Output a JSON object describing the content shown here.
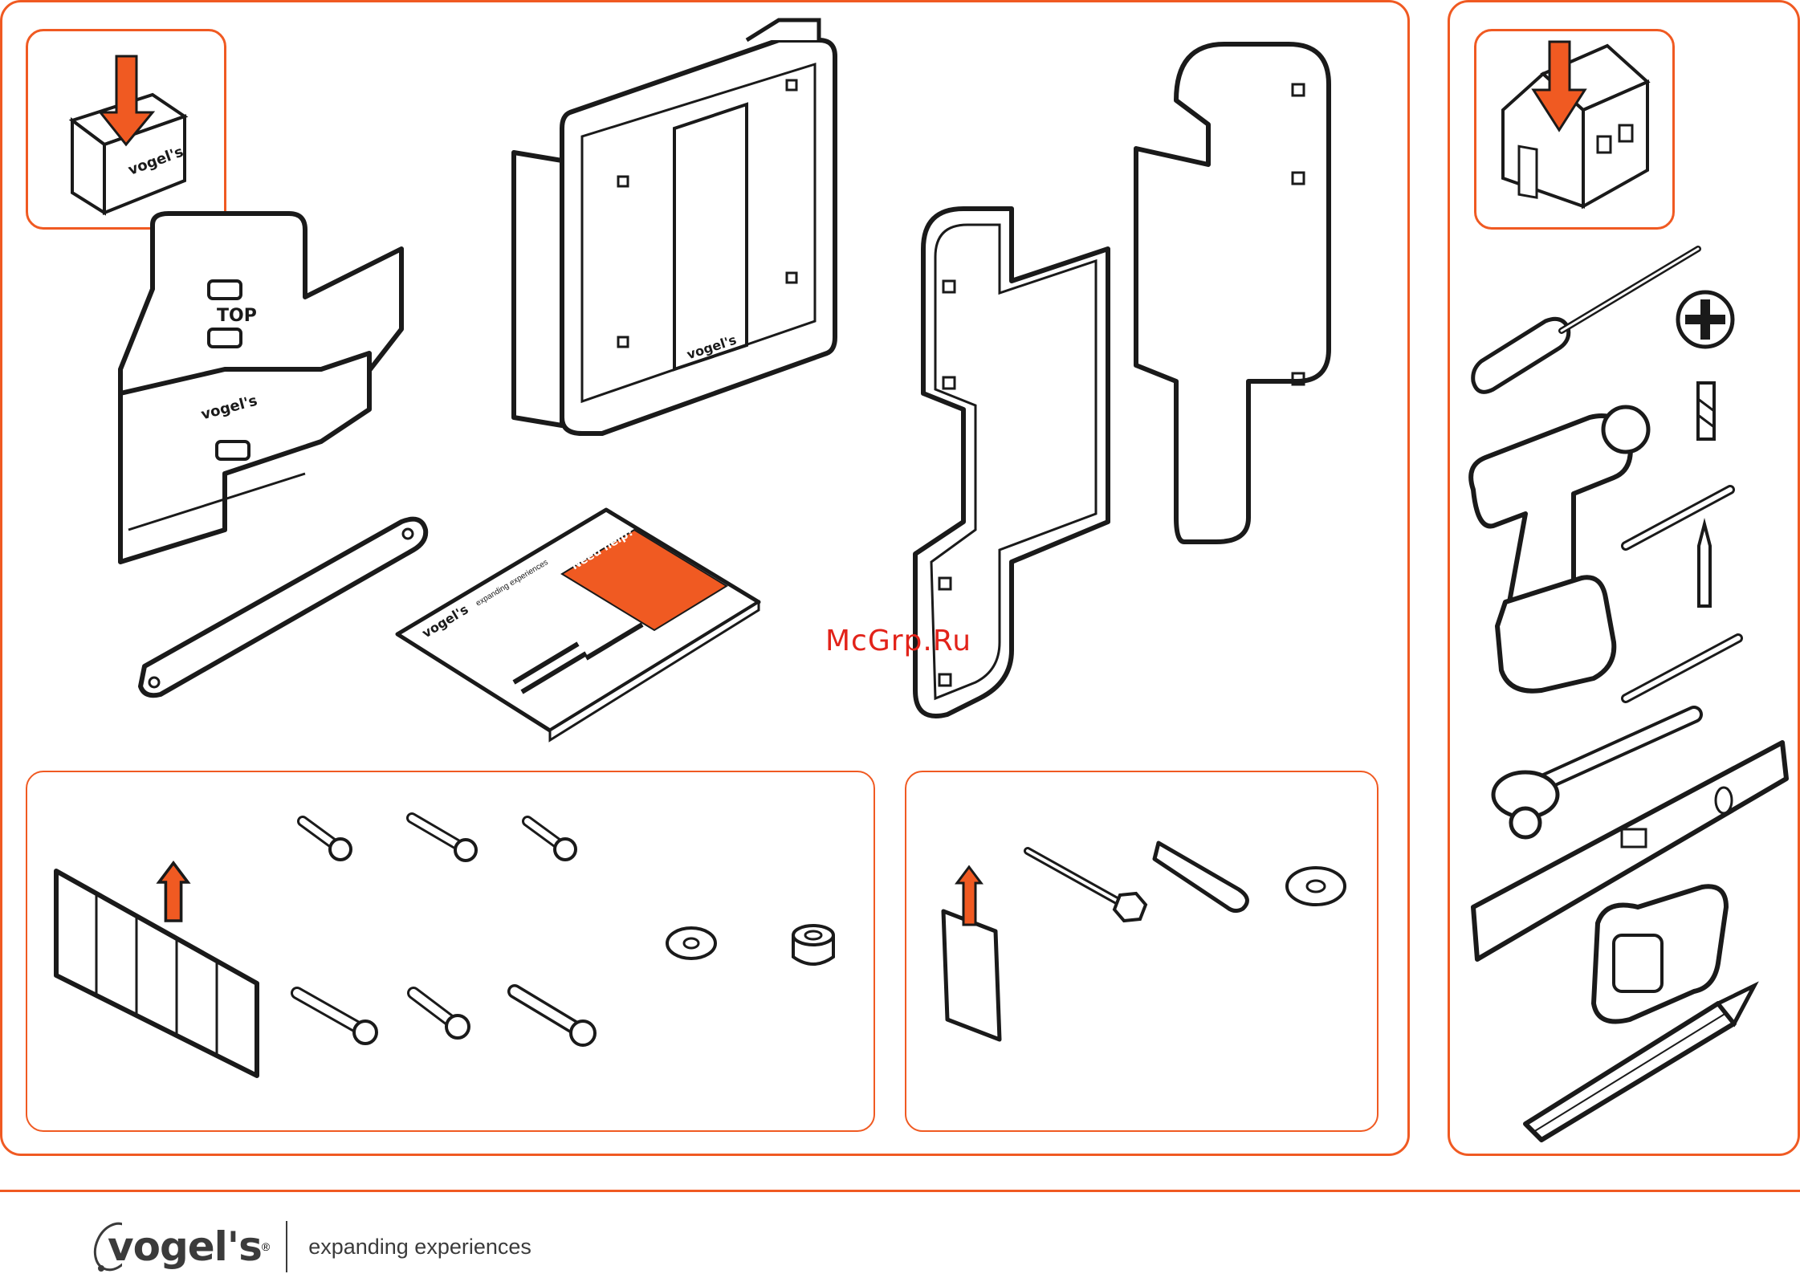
{
  "watermark": "McGrp.Ru",
  "parts": {
    "top_label": "TOP",
    "bracket_logo": "vogel's",
    "manual_logo": "vogel's",
    "manual_tagline": "expanding experiences",
    "manual_help": "Need help?"
  },
  "footer": {
    "brand": "vogel's",
    "registered": "®",
    "tagline": "expanding experiences"
  },
  "colors": {
    "accent": "#f05a22",
    "line": "#1a1a1a",
    "watermark": "#e2231a"
  }
}
